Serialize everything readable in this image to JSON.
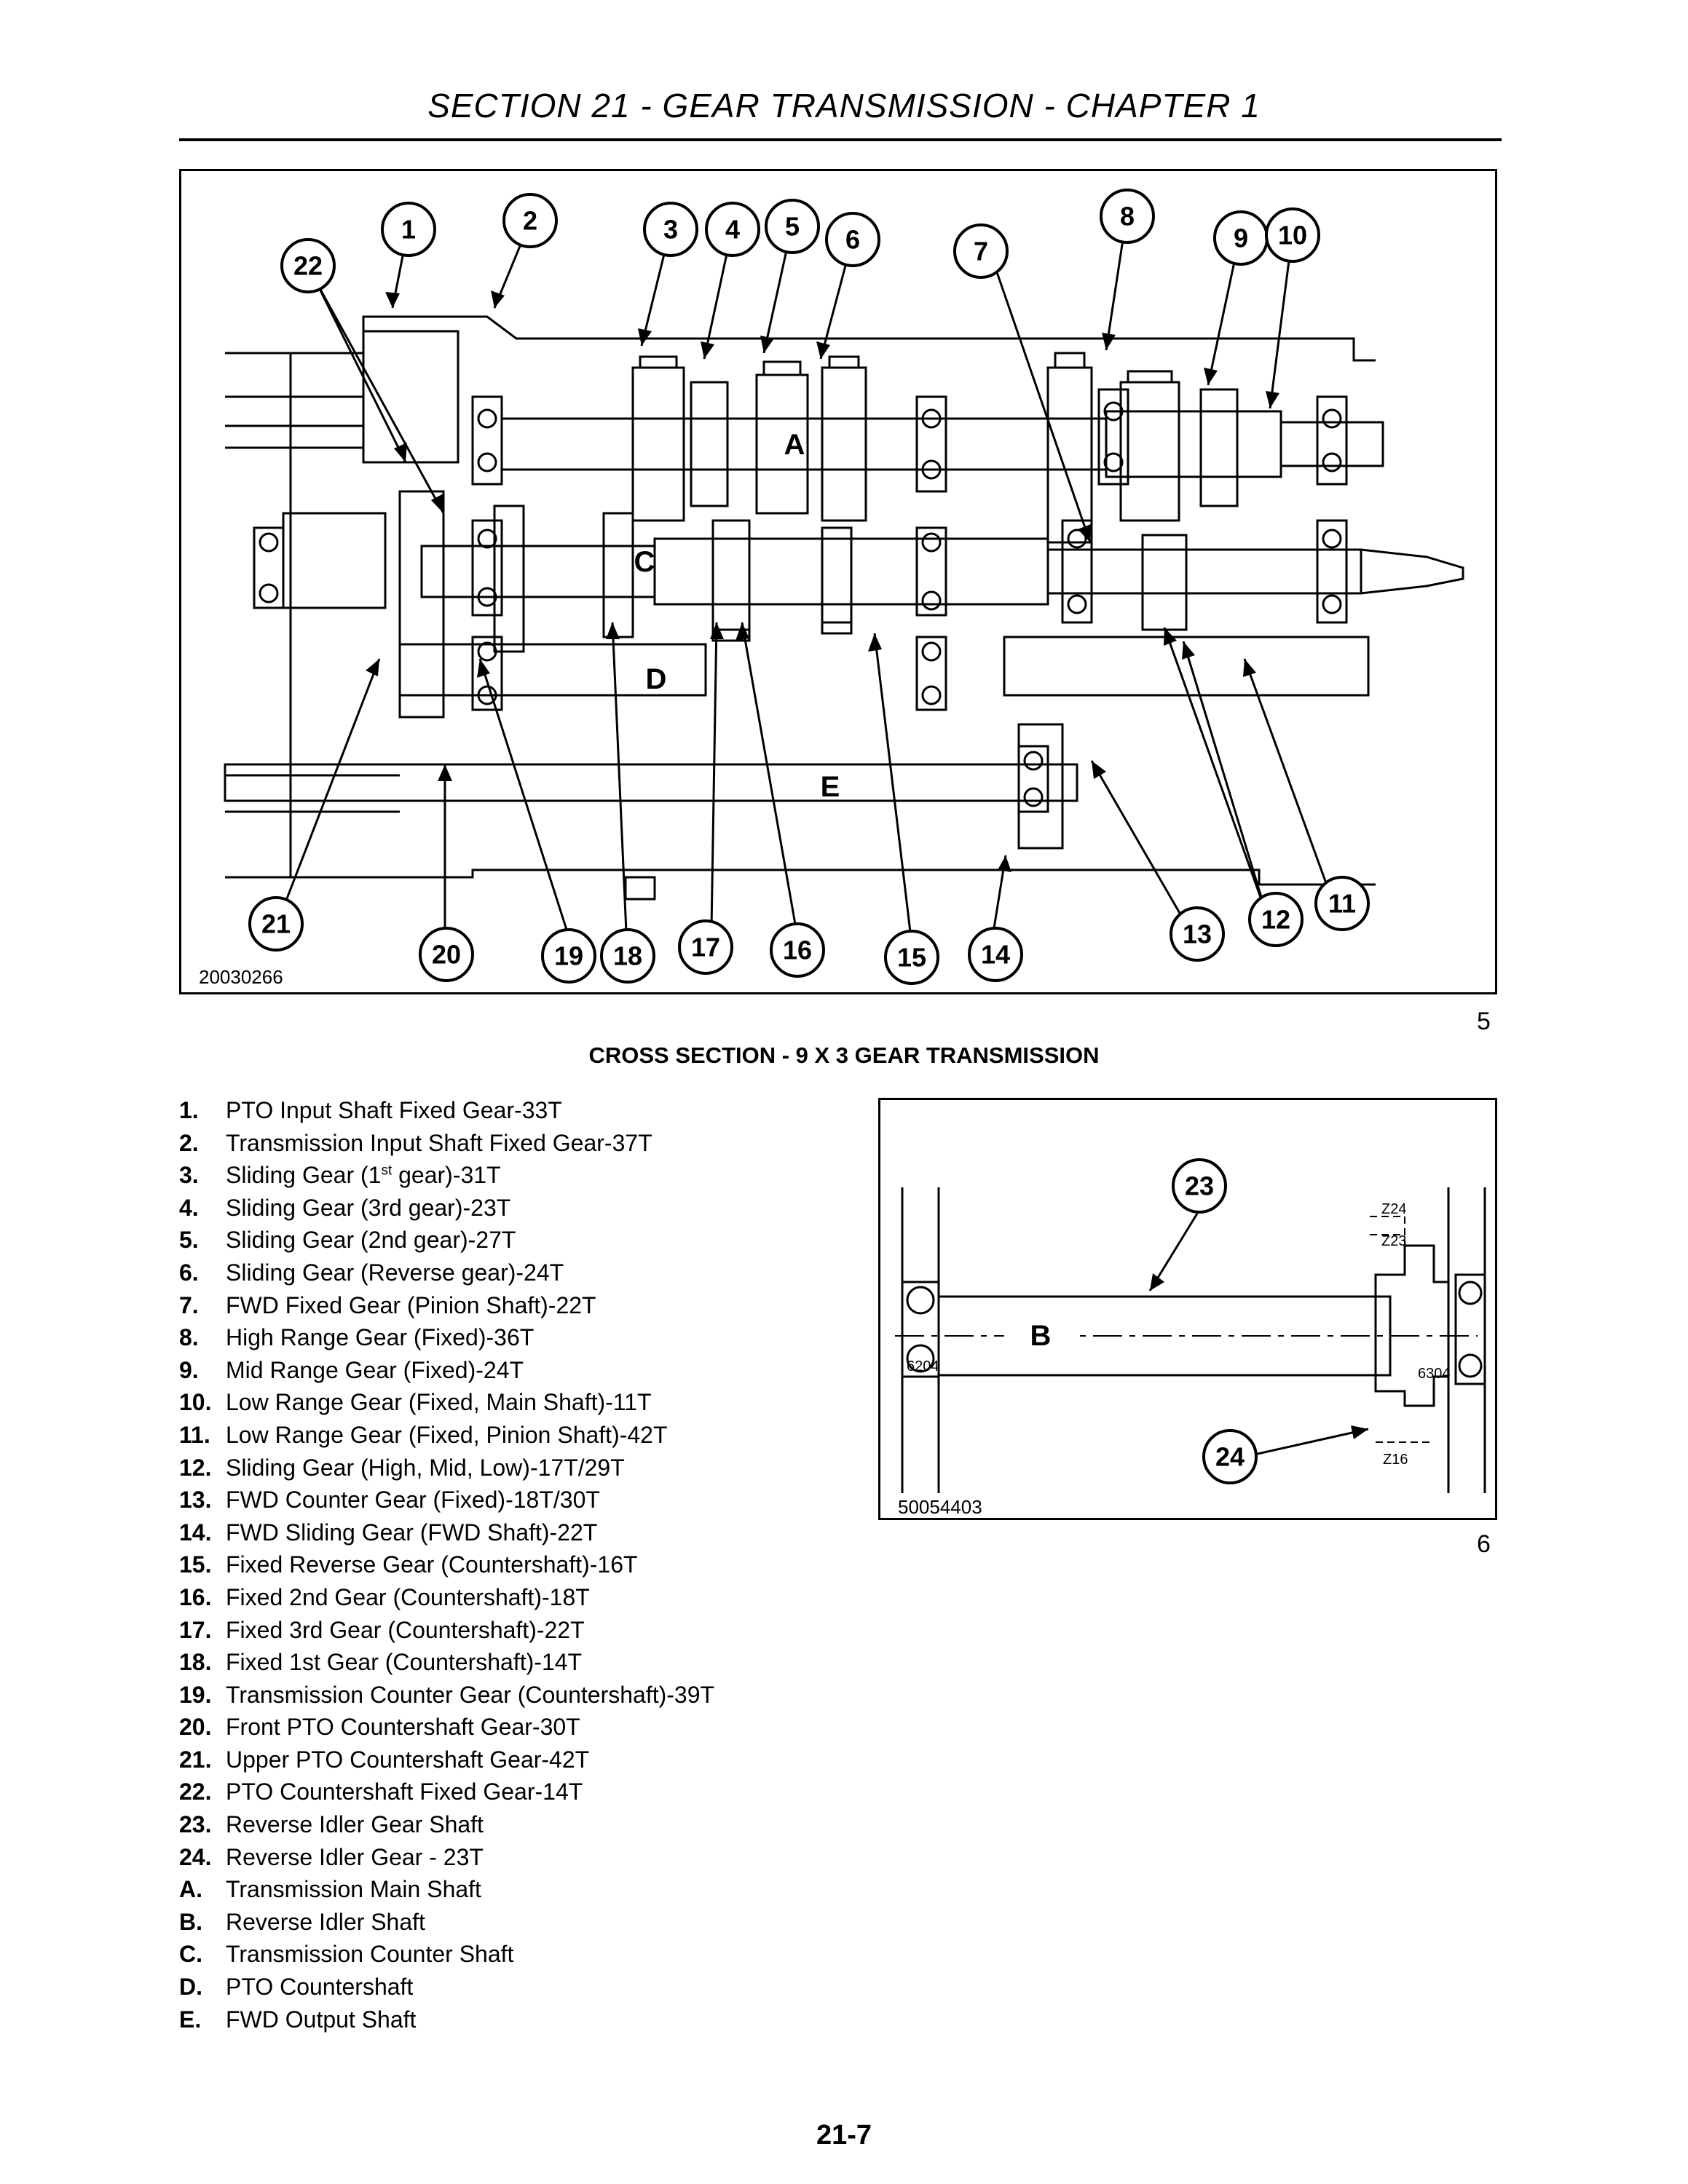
{
  "header": {
    "title": "SECTION 21 - GEAR TRANSMISSION - CHAPTER 1"
  },
  "figure5": {
    "code": "20030266",
    "number": "5",
    "caption": "CROSS SECTION - 9 X 3 GEAR TRANSMISSION",
    "shaft_labels": {
      "a": "A",
      "c": "C",
      "d": "D",
      "e": "E"
    },
    "callouts": [
      "1",
      "2",
      "3",
      "4",
      "5",
      "6",
      "7",
      "8",
      "9",
      "10",
      "11",
      "12",
      "13",
      "14",
      "15",
      "16",
      "17",
      "18",
      "19",
      "20",
      "21",
      "22"
    ]
  },
  "figure6": {
    "code": "50054403",
    "number": "6",
    "shaft_label": "B",
    "callouts": [
      "23",
      "24"
    ],
    "labels": {
      "z24": "Z24",
      "z23": "Z23",
      "z16": "Z16",
      "b6204": "6204",
      "b6304": "6304"
    }
  },
  "legend": [
    {
      "key": "1.",
      "text": "PTO Input Shaft Fixed Gear-33T"
    },
    {
      "key": "2.",
      "text": "Transmission Input Shaft Fixed Gear-37T"
    },
    {
      "key": "3.",
      "text_before": "Sliding Gear (1",
      "sup": "st",
      "text_after": " gear)-31T"
    },
    {
      "key": "4.",
      "text": "Sliding Gear (3rd gear)-23T"
    },
    {
      "key": "5.",
      "text": "Sliding Gear (2nd gear)-27T"
    },
    {
      "key": "6.",
      "text": "Sliding Gear (Reverse gear)-24T"
    },
    {
      "key": "7.",
      "text": "FWD Fixed Gear (Pinion Shaft)-22T"
    },
    {
      "key": "8.",
      "text": "High Range Gear (Fixed)-36T"
    },
    {
      "key": "9.",
      "text": "Mid Range Gear (Fixed)-24T"
    },
    {
      "key": "10.",
      "text": "Low Range Gear (Fixed, Main Shaft)-11T"
    },
    {
      "key": "11.",
      "text": "Low Range Gear (Fixed, Pinion Shaft)-42T"
    },
    {
      "key": "12.",
      "text": "Sliding Gear (High, Mid, Low)-17T/29T"
    },
    {
      "key": "13.",
      "text": "FWD Counter Gear (Fixed)-18T/30T"
    },
    {
      "key": "14.",
      "text": "FWD Sliding Gear (FWD Shaft)-22T"
    },
    {
      "key": "15.",
      "text": "Fixed Reverse Gear (Countershaft)-16T"
    },
    {
      "key": "16.",
      "text": "Fixed 2nd Gear (Countershaft)-18T"
    },
    {
      "key": "17.",
      "text": "Fixed 3rd Gear (Countershaft)-22T"
    },
    {
      "key": "18.",
      "text": "Fixed 1st Gear (Countershaft)-14T"
    },
    {
      "key": "19.",
      "text": "Transmission Counter Gear (Countershaft)-39T"
    },
    {
      "key": "20.",
      "text": "Front PTO Countershaft Gear-30T"
    },
    {
      "key": "21.",
      "text": "Upper PTO Countershaft Gear-42T"
    },
    {
      "key": "22.",
      "text": "PTO Countershaft Fixed Gear-14T"
    },
    {
      "key": "23.",
      "text": "Reverse Idler Gear Shaft"
    },
    {
      "key": "24.",
      "text": "Reverse Idler Gear - 23T"
    },
    {
      "key": "A.",
      "text": "Transmission Main Shaft"
    },
    {
      "key": "B.",
      "text": "Reverse Idler Shaft"
    },
    {
      "key": "C.",
      "text": "Transmission Counter Shaft"
    },
    {
      "key": "D.",
      "text": "PTO Countershaft"
    },
    {
      "key": "E.",
      "text": "FWD Output Shaft"
    }
  ],
  "page_number": "21-7"
}
